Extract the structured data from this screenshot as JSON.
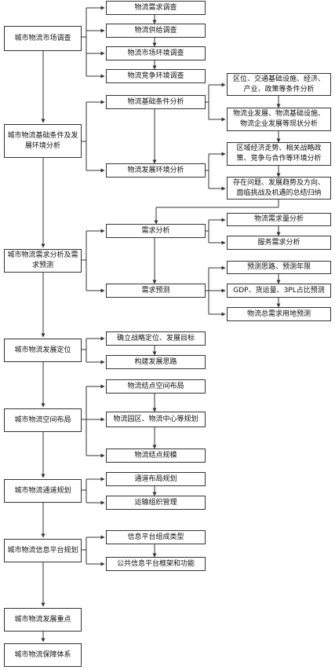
{
  "stages": {
    "s1": "城市物流市场调查",
    "s2": "城市物流基础条件及发展环境分析",
    "s3": "城市物流需求分析及需求预测",
    "s4": "城市物流发展定位",
    "s5": "城市物流空间布局",
    "s6": "城市物流通道规划",
    "s7": "城市物流信息平台规划",
    "s8": "城市物流发展重点",
    "s9": "城市物流保障体系"
  },
  "steps": {
    "a1": "物流需求调查",
    "a2": "物流供给调查",
    "a3": "物流市场环境调查",
    "a4": "物流竞争环境调查",
    "b1": "物流基础条件分析",
    "b2": "物流发展环境分析",
    "c1": "需求分析",
    "c2": "需求预测",
    "d1": "确立战略定位、发展目标",
    "d2": "构建发展思路",
    "e1": "物流结点空间布局",
    "e2": "物流园区、物流中心等规划",
    "e3": "物流结点规模",
    "f1": "通道布局规划",
    "f2": "运输组织管理",
    "g1": "信息平台组成类型",
    "g2": "公共信息平台框架和功能"
  },
  "details": {
    "b1a": "区位、交通基础设施、经济、产业、政策等条件分析",
    "b1b": "物流业发展、物流基础设施、物流企业发展等现状分析",
    "b2a": "区域经济走势、相关战略政策、竞争与合作等环境分析",
    "b2b": "存在问题、发展趋势及方向、面临挑战及机遇的总结归纳",
    "c1a": "物流需求量分析",
    "c1b": "服务需求分析",
    "c2a": "预测思路、预测年限",
    "c2b": "GDP、货运量、3PL占比预测",
    "c2c": "物流总需求用地预测"
  }
}
